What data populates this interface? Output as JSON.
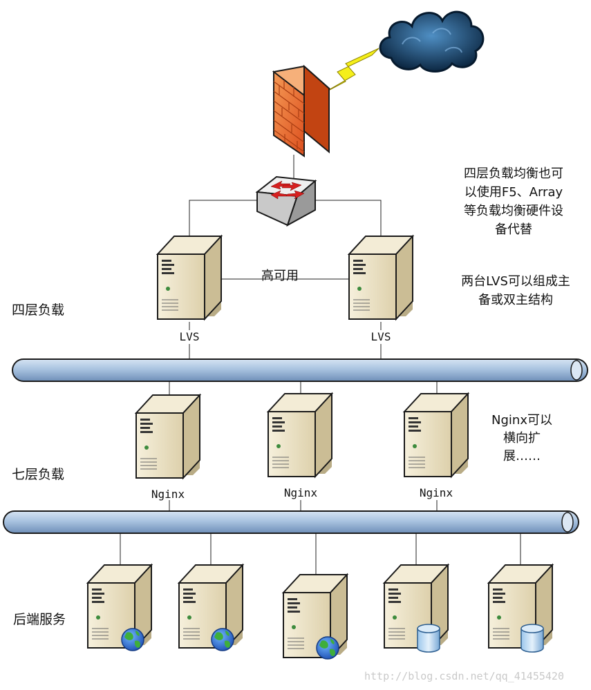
{
  "nodes": {
    "lvs_left": "LVS",
    "lvs_right": "LVS",
    "nginx_1": "Nginx",
    "nginx_2": "Nginx",
    "nginx_3": "Nginx"
  },
  "edge_labels": {
    "high_availability": "高可用"
  },
  "layers": {
    "four": "四层负载",
    "seven": "七层负载",
    "backend": "后端服务"
  },
  "notes": {
    "f5": [
      "四层负载均衡也可",
      "以使用F5、Array",
      "等负载均衡硬件设",
      "备代替"
    ],
    "lvs_pair": [
      "两台LVS可以组成主",
      "备或双主结构"
    ],
    "nginx_scale": [
      "Nginx可以",
      "横向扩",
      "展……"
    ]
  },
  "watermark": "http://blog.csdn.net/qq_41455420",
  "colors": {
    "firewall": "#e8652a",
    "server_body": "#e9dfc3",
    "bus": "#a9c3e0",
    "lightning": "#f5ef1a",
    "cloud": "#2a5d8a"
  }
}
